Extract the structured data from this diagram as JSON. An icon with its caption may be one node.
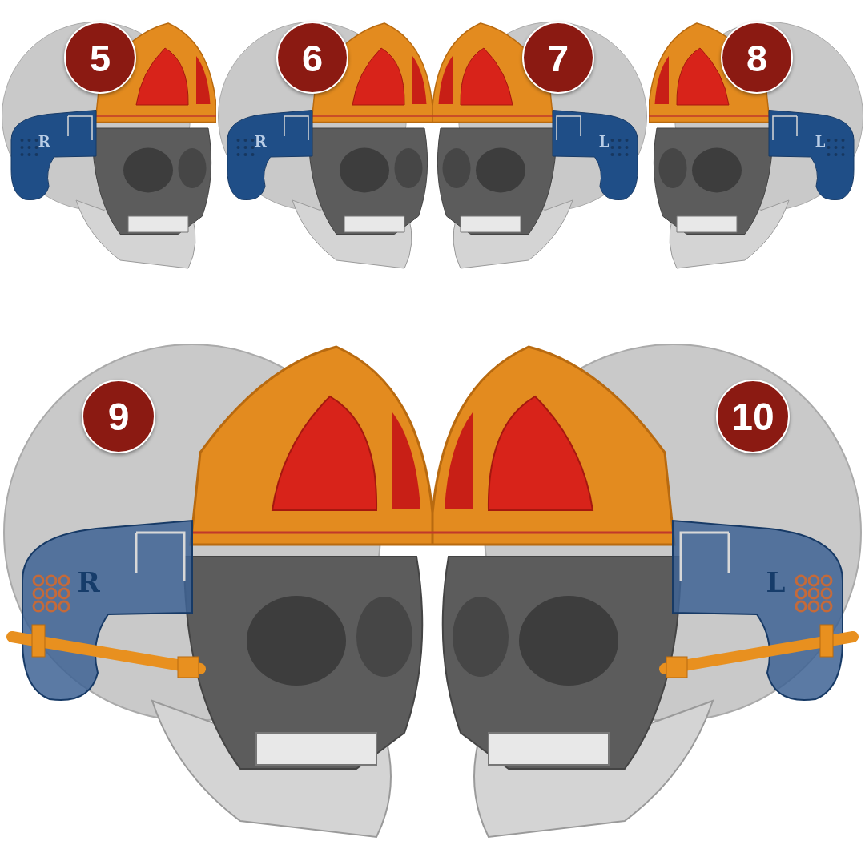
{
  "diagram": {
    "labels": [
      "5",
      "6",
      "7",
      "8",
      "R",
      "R",
      "L",
      "L",
      "9",
      "10",
      "R",
      "L"
    ]
  }
}
